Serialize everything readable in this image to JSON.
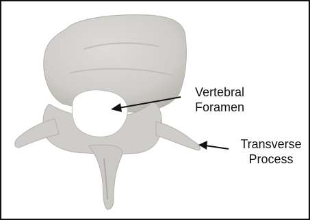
{
  "labels": {
    "vertebral_foramen": {
      "line1": "Vertebral",
      "line2": "Foramen"
    },
    "transverse_process": {
      "line1": "Transverse",
      "line2": "Process"
    }
  },
  "colors": {
    "bone": "#d3d1cd",
    "bone_shadow": "#b3b0ab",
    "outline": "#111111",
    "background": "#ffffff"
  }
}
